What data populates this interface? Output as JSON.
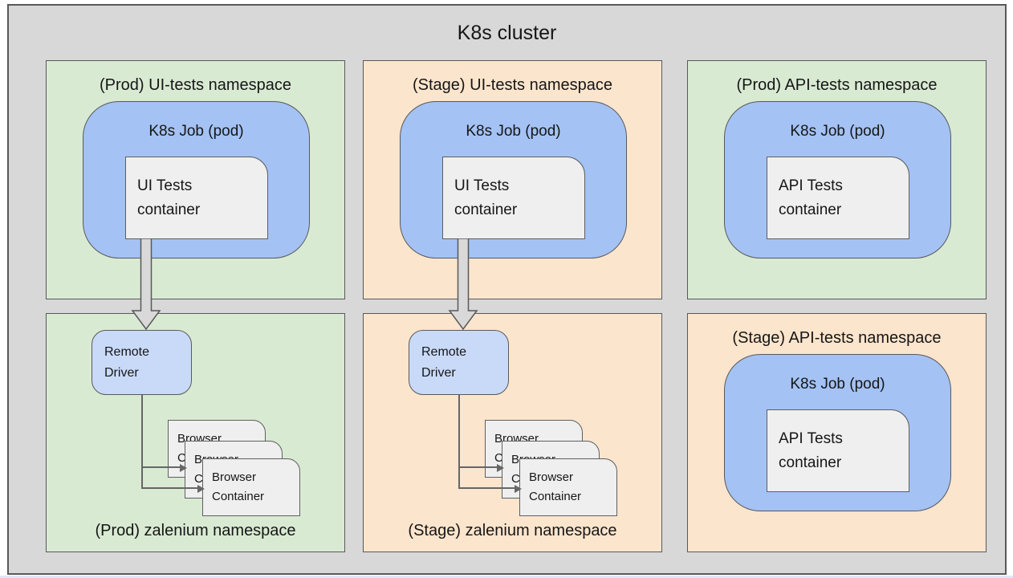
{
  "title": "K8s cluster",
  "namespaces": {
    "prod_ui": {
      "label": "(Prod) UI-tests namespace",
      "job": {
        "label": "K8s Job (pod)",
        "container": "UI Tests\ncontainer"
      }
    },
    "stage_ui": {
      "label": "(Stage) UI-tests namespace",
      "job": {
        "label": "K8s Job (pod)",
        "container": "UI Tests\ncontainer"
      }
    },
    "prod_api": {
      "label": "(Prod) API-tests namespace",
      "job": {
        "label": "K8s Job (pod)",
        "container": "API Tests\ncontainer"
      }
    },
    "prod_zalenium": {
      "label": "(Prod) zalenium namespace",
      "remote_driver": "Remote\nDriver",
      "browser_container": "Browser\nContainer"
    },
    "stage_zalenium": {
      "label": "(Stage) zalenium namespace",
      "remote_driver": "Remote\nDriver",
      "browser_container": "Browser\nContainer"
    },
    "stage_api": {
      "label": "(Stage) API-tests namespace",
      "job": {
        "label": "K8s Job (pod)",
        "container": "API Tests\ncontainer"
      }
    }
  },
  "colors": {
    "cluster_background": "#d8d8d8",
    "namespace_green": "#d9ead3",
    "namespace_orange": "#fce5cd",
    "job_pod_blue": "#a4c2f4",
    "remote_driver_blue": "#c9daf8",
    "container_gray": "#efefef",
    "border_gray": "#595959",
    "connector_gray": "#666666",
    "flow_arrow_fill": "#d9d9d9"
  }
}
